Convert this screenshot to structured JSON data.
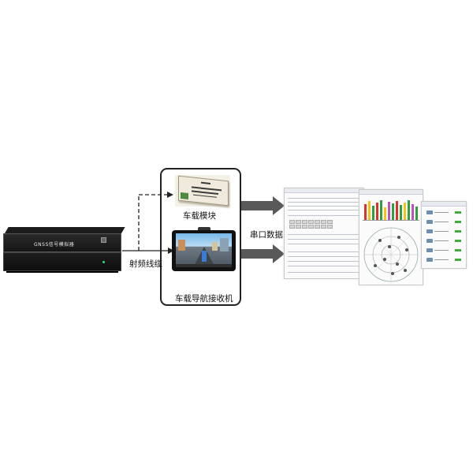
{
  "simulator": {
    "name": "GNSS信号模拟器"
  },
  "receiver_group": {
    "module_label": "车载模块",
    "nav_label": "车载导航接收机"
  },
  "connections": {
    "rf_label": "射频线缆",
    "serial_label": "串口数据"
  },
  "colors": {
    "line": "#222222",
    "arrow_fill": "#595959",
    "chart_red": "#d9342b",
    "chart_yellow": "#f2c21b",
    "chart_green": "#2e9e3f",
    "chart_magenta": "#c04fc0"
  },
  "icons": [
    "gnss-simulator-device",
    "vehicle-module-photo",
    "car-navigation-device",
    "software-screenshot"
  ]
}
